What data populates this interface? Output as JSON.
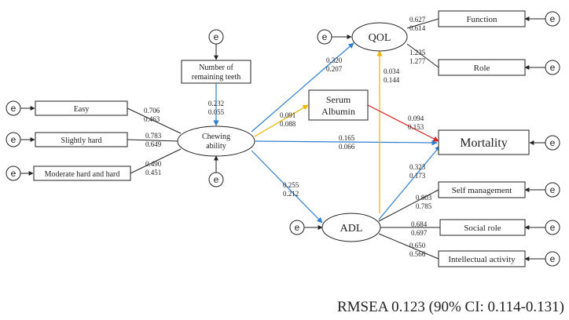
{
  "nodes": {
    "remaining_teeth": [
      "Number of",
      "remaining teeth"
    ],
    "chewing": [
      "Chewing",
      "ability"
    ],
    "easy": "Easy",
    "slightly_hard": "Slightly hard",
    "moderate_hard": "Moderate hard and hard",
    "qol": "QOL",
    "serum_albumin": [
      "Serum",
      "Albumin"
    ],
    "adl": "ADL",
    "mortality": "Mortality",
    "function": "Function",
    "role": "Role",
    "self_management": "Self management",
    "social_role": "Social role",
    "intellectual_activity": "Intellectual activity"
  },
  "error_symbol": "e",
  "coefficients": {
    "easy": [
      "0.706",
      "0.463"
    ],
    "slightly_hard": [
      "0.783",
      "0.649"
    ],
    "moderate_hard": [
      "0.490",
      "0.451"
    ],
    "teeth_chewing": [
      "0.232",
      "0.055"
    ],
    "chewing_qol": [
      "0.320",
      "0.207"
    ],
    "chewing_albumin": [
      "0.091",
      "0.088"
    ],
    "chewing_mortality": [
      "0.165",
      "0.066"
    ],
    "chewing_adl": [
      "0.255",
      "0.212"
    ],
    "adl_qol": [
      "0.034",
      "0.144"
    ],
    "albumin_mortality": [
      "0.094",
      "0.153"
    ],
    "adl_mortality": [
      "0.323",
      "0.173"
    ],
    "function": [
      "0.627",
      "0.614"
    ],
    "role": [
      "1.235",
      "1.277"
    ],
    "self_management": [
      "0.803",
      "0.785"
    ],
    "social_role": [
      "0.684",
      "0.697"
    ],
    "intellectual_activity": [
      "0.650",
      "0.566"
    ]
  },
  "fit": "RMSEA 0.123 (90% CI: 0.114-0.131)",
  "colors": {
    "blue": "#2f7fd0",
    "orange": "#f0b400",
    "red": "#e02020",
    "black": "#222222"
  }
}
